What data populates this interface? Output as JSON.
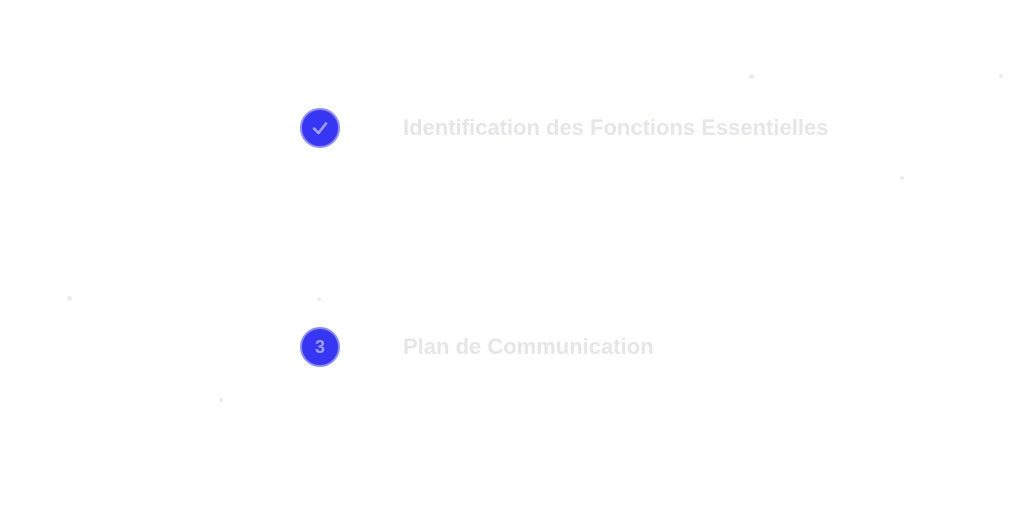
{
  "steps": [
    {
      "status": "completed",
      "icon": "check-icon",
      "label": "Identification des Fonctions Essentielles"
    },
    {
      "status": "pending",
      "number": "3",
      "label": "Plan de Communication"
    }
  ],
  "colors": {
    "accent": "#3636f4",
    "label": "#e6e6e9"
  }
}
